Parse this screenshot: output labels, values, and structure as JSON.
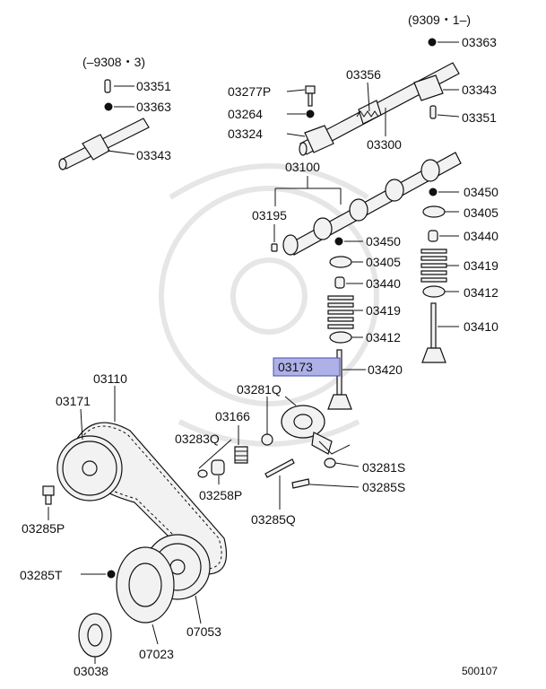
{
  "labels": {
    "ver_new": "(9309・1–)",
    "ver_old": "(–9308・3)",
    "p03363_a": "03363",
    "p03343_a": "03343",
    "p03351_a": "03351",
    "p03356": "03356",
    "p03277P": "03277P",
    "p03264": "03264",
    "p03324": "03324",
    "p03300": "03300",
    "p03351_b": "03351",
    "p03363_b": "03363",
    "p03343_b": "03343",
    "p03100": "03100",
    "p03195": "03195",
    "p03450_a": "03450",
    "p03405_a": "03405",
    "p03440_a": "03440",
    "p03419_a": "03419",
    "p03412_a": "03412",
    "p03410": "03410",
    "p03450_b": "03450",
    "p03405_b": "03405",
    "p03440_b": "03440",
    "p03419_b": "03419",
    "p03412_b": "03412",
    "p03173": "03173",
    "p03420": "03420",
    "p03110": "03110",
    "p03171": "03171",
    "p03281Q": "03281Q",
    "p03166": "03166",
    "p03283Q": "03283Q",
    "p03281S": "03281S",
    "p03285S": "03285S",
    "p03258P": "03258P",
    "p03285Q": "03285Q",
    "p03285P": "03285P",
    "p03285T": "03285T",
    "p07053": "07053",
    "p07023": "07023",
    "p03038": "03038",
    "diagram_id": "500107"
  },
  "colors": {
    "highlight": "#aeb0e8",
    "ink": "#111111"
  }
}
